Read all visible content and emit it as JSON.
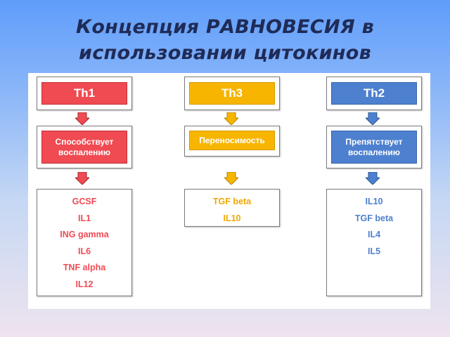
{
  "title": {
    "line1": "Концепция РАВНОВЕСИЯ в",
    "line2": "использовании цитокинов"
  },
  "colors": {
    "th1": "#f04a52",
    "th3": "#f7b500",
    "th2": "#4d80cf",
    "title_text": "#1f2b57"
  },
  "columns": [
    {
      "header": "Th1",
      "effect_line1": "Способствует",
      "effect_line2": "воспалению",
      "cytokines": [
        "GCSF",
        "IL1",
        "ING gamma",
        "IL6",
        "TNF alpha",
        "IL12"
      ]
    },
    {
      "header": "Th3",
      "effect_line1": "Переносимость",
      "effect_line2": "",
      "cytokines": [
        "TGF beta",
        "IL10"
      ]
    },
    {
      "header": "Th2",
      "effect_line1": "Препятствует",
      "effect_line2": "воспалению",
      "cytokines": [
        "IL10",
        "TGF beta",
        "IL4",
        "IL5"
      ]
    }
  ]
}
